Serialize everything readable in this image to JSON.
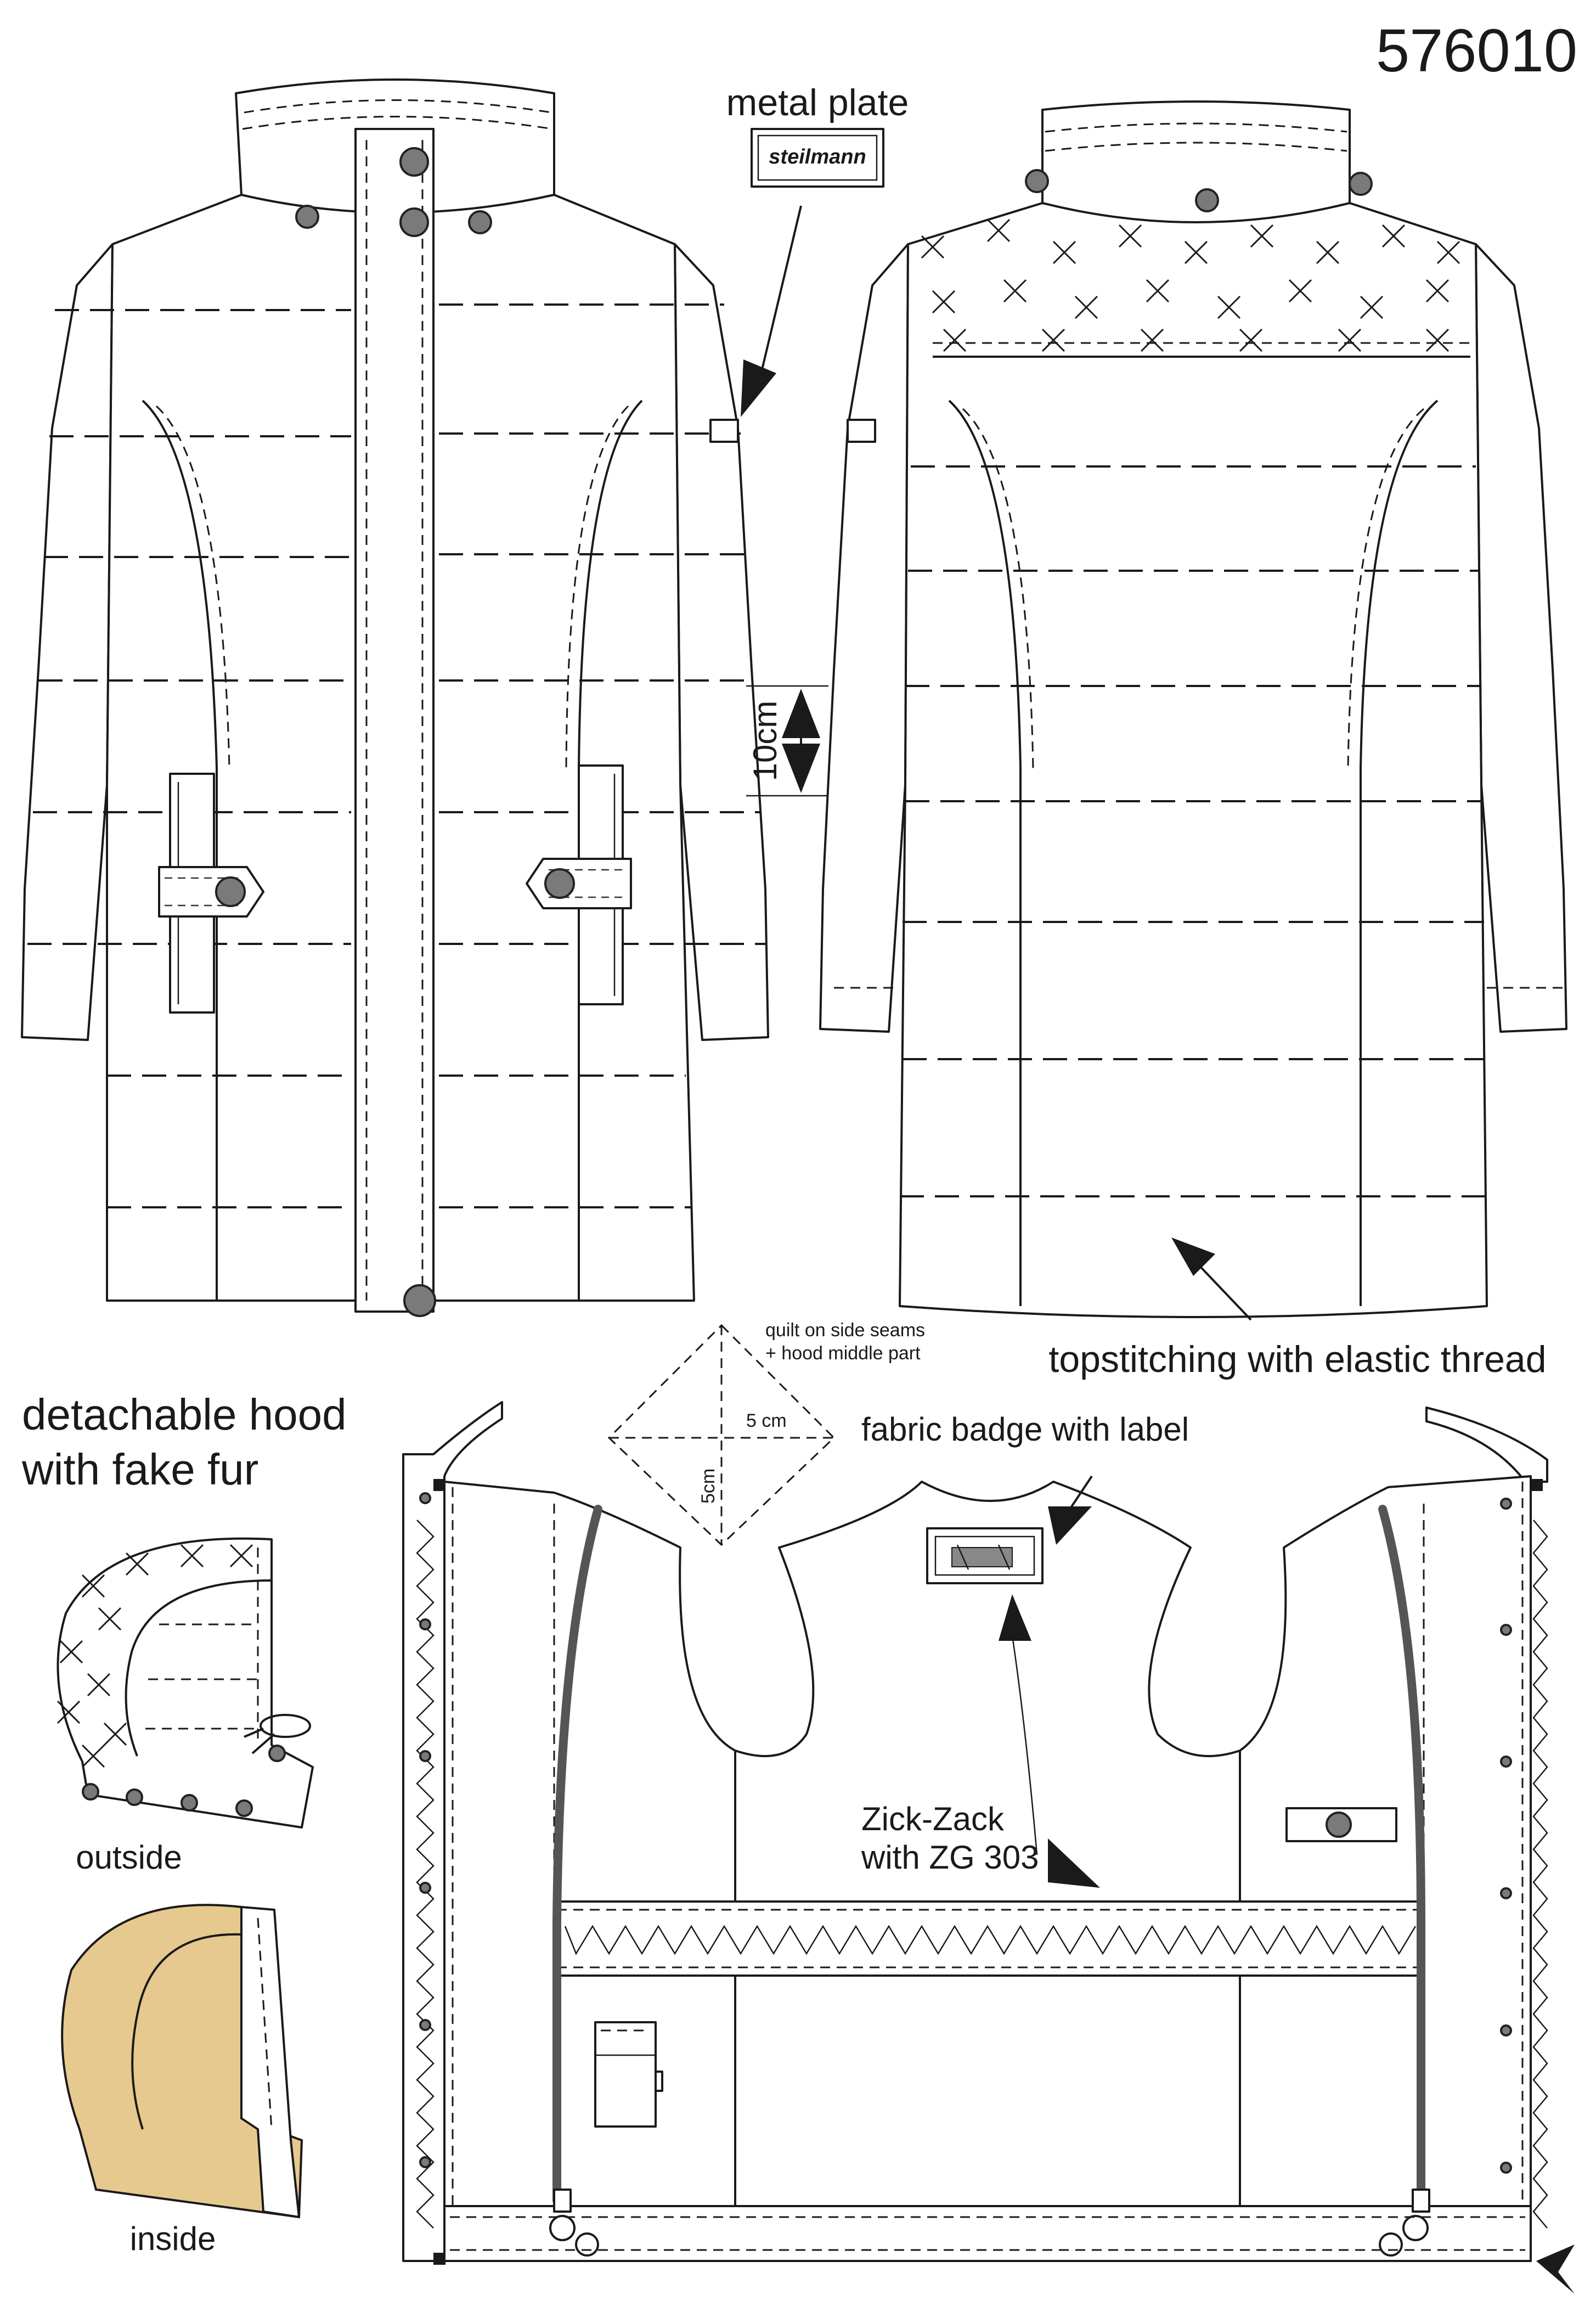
{
  "header": {
    "article_number": "576010"
  },
  "callouts": {
    "metal_plate": "metal plate",
    "metal_plate_logo": "steilmann",
    "measure_10cm": "10cm",
    "topstitching": "topstitching with elastic thread",
    "quilt_note_line1": "quilt on side seams",
    "quilt_note_line2": "+ hood middle part",
    "quilt_width": "5 cm",
    "quilt_height": "5cm",
    "fabric_badge": "fabric badge with label",
    "zickzack_line1": "Zick-Zack",
    "zickzack_line2": "with ZG 303"
  },
  "hood": {
    "title_line1": "detachable hood",
    "title_line2": "with fake fur",
    "outside_label": "outside",
    "inside_label": "inside",
    "fur_color": "#e6c98e"
  },
  "colors": {
    "line": "#1a1a1a",
    "snap": "#7a7a7a",
    "zipper": "#555555"
  }
}
